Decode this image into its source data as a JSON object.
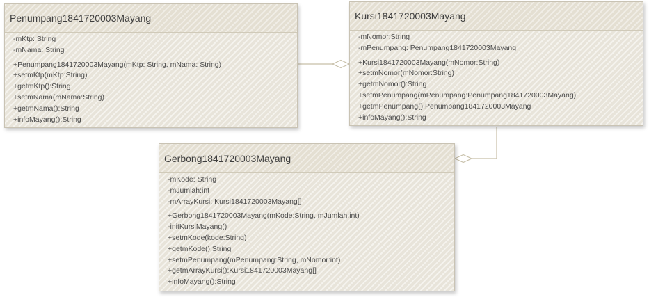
{
  "classes": {
    "penumpang": {
      "name": "Penumpang1841720003Mayang",
      "attributes": [
        "-mKtp: String",
        "-mNama: String"
      ],
      "methods": [
        "+Penumpang1841720003Mayang(mKtp: String, mNama: String)",
        "+setmKtp(mKtp:String)",
        "+getmKtp():String",
        "+setmNama(mNama:String)",
        "+getmNama():String",
        "+infoMayang():String"
      ]
    },
    "kursi": {
      "name": "Kursi1841720003Mayang",
      "attributes": [
        "-mNomor:String",
        "-mPenumpang: Penumpang1841720003Mayang"
      ],
      "methods": [
        "+Kursi1841720003Mayang(mNomor:String)",
        "+setmNomor(mNomor:String)",
        "+getmNomor():String",
        "+setmPenumpang(mPenumpang:Penumpang1841720003Mayang)",
        "+getmPenumpang():Penumpang1841720003Mayang",
        "+infoMayang():String"
      ]
    },
    "gerbong": {
      "name": "Gerbong1841720003Mayang",
      "attributes": [
        "-mKode: String",
        "-mJumlah:int",
        "-mArrayKursi: Kursi1841720003Mayang[]"
      ],
      "methods": [
        "+Gerbong1841720003Mayang(mKode:String, mJumlah:int)",
        "-initKursiMayang()",
        "+setmKode(kode:String)",
        "+getmKode():String",
        "+setmPenumpang(mPenumpang:String, mNomor:int)",
        "+getmArrayKursi():Kursi1841720003Mayang[]",
        "+infoMayang():String"
      ]
    }
  },
  "relationships": [
    {
      "type": "aggregation",
      "whole": "Kursi1841720003Mayang",
      "part": "Penumpang1841720003Mayang"
    },
    {
      "type": "aggregation",
      "whole": "Gerbong1841720003Mayang",
      "part": "Kursi1841720003Mayang"
    }
  ],
  "colors": {
    "box_fill": "#e8e4da",
    "box_border": "#c9c3b4",
    "connector": "#c7bfa8",
    "text": "#4d4d4d"
  }
}
